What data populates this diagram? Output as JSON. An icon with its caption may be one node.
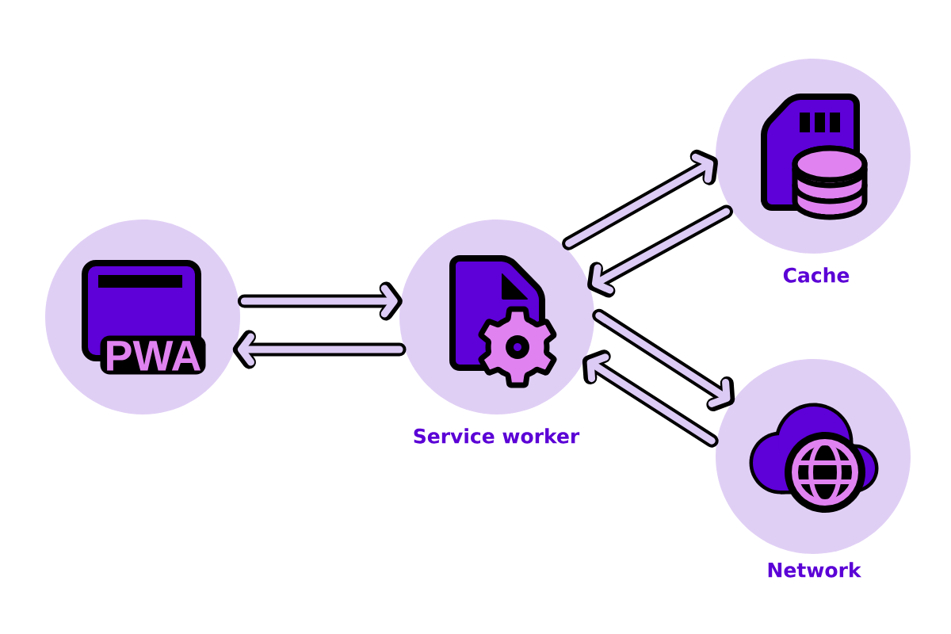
{
  "diagram": {
    "nodes": [
      {
        "text": [
          "PWA"
        ]
      },
      {
        "text": [
          "Service worker"
        ]
      },
      {
        "text": [
          "Cache"
        ]
      },
      {
        "text": [
          "Network"
        ]
      }
    ],
    "edges": [
      {
        "from": 0,
        "to": 1,
        "arrow": "to"
      },
      {
        "from": 1,
        "to": 0,
        "arrow": "to"
      },
      {
        "from": 1,
        "to": 2,
        "arrow": "to"
      },
      {
        "from": 2,
        "to": 1,
        "arrow": "to"
      },
      {
        "from": 1,
        "to": 3,
        "arrow": "to"
      },
      {
        "from": 3,
        "to": 1,
        "arrow": "to"
      }
    ]
  }
}
